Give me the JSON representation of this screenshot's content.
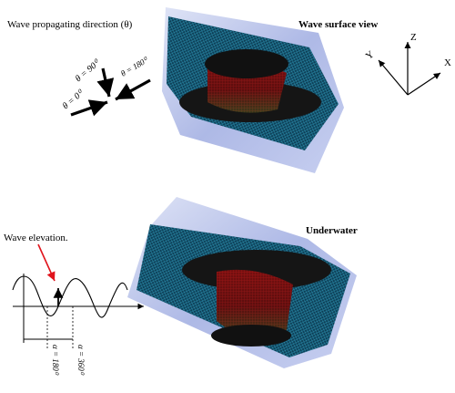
{
  "labels": {
    "wave_direction": "Wave propagating direction (θ)",
    "wave_surface_view": "Wave surface view",
    "underwater": "Underwater",
    "wave_elevation": "Wave elevation.",
    "theta_90": "θ = 90⁰",
    "theta_0": "θ = 0⁰",
    "theta_180": "θ = 180⁰",
    "alpha_180": "α = 180⁰",
    "alpha_360": "α = 360⁰"
  },
  "axes": {
    "x": "X",
    "y": "Y",
    "z": "Z"
  },
  "colors": {
    "water_band": "#b9c4ea",
    "mesh_cyan": "#0f4a66",
    "hull_dark": "#141414",
    "hull_red": "#7a1010",
    "hull_green": "#1c5a22",
    "arrow_red": "#e0141c"
  }
}
